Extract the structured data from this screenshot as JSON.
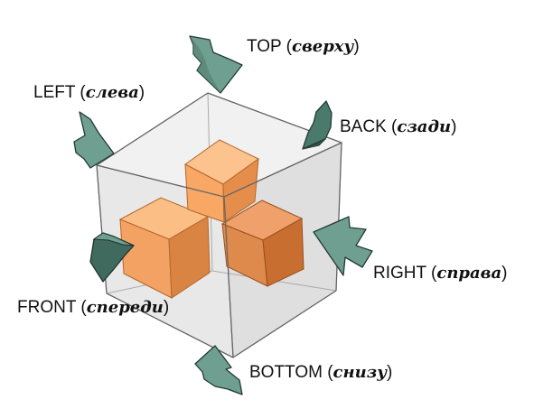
{
  "labels": {
    "top": {
      "en": "TOP",
      "ru": "сверху",
      "open": " (",
      "close": ")"
    },
    "left": {
      "en": "LEFT",
      "ru": "слева",
      "open": " (",
      "close": ")"
    },
    "back": {
      "en": "BACK",
      "ru": "сзади",
      "open": " (",
      "close": ")"
    },
    "right": {
      "en": "RIGHT",
      "ru": "справа",
      "open": " (",
      "close": ")"
    },
    "front": {
      "en": "FRONT",
      "ru": "спереди",
      "open": " (",
      "close": ")"
    },
    "bottom": {
      "en": "BOTTOM",
      "ru": "снизу",
      "open": " (",
      "close": ")"
    }
  },
  "colors": {
    "arrow": "#6e9f90",
    "arrow_dark": "#3f6a5d",
    "box_fill": "#ececec",
    "cube_orange": "#f7a868"
  }
}
